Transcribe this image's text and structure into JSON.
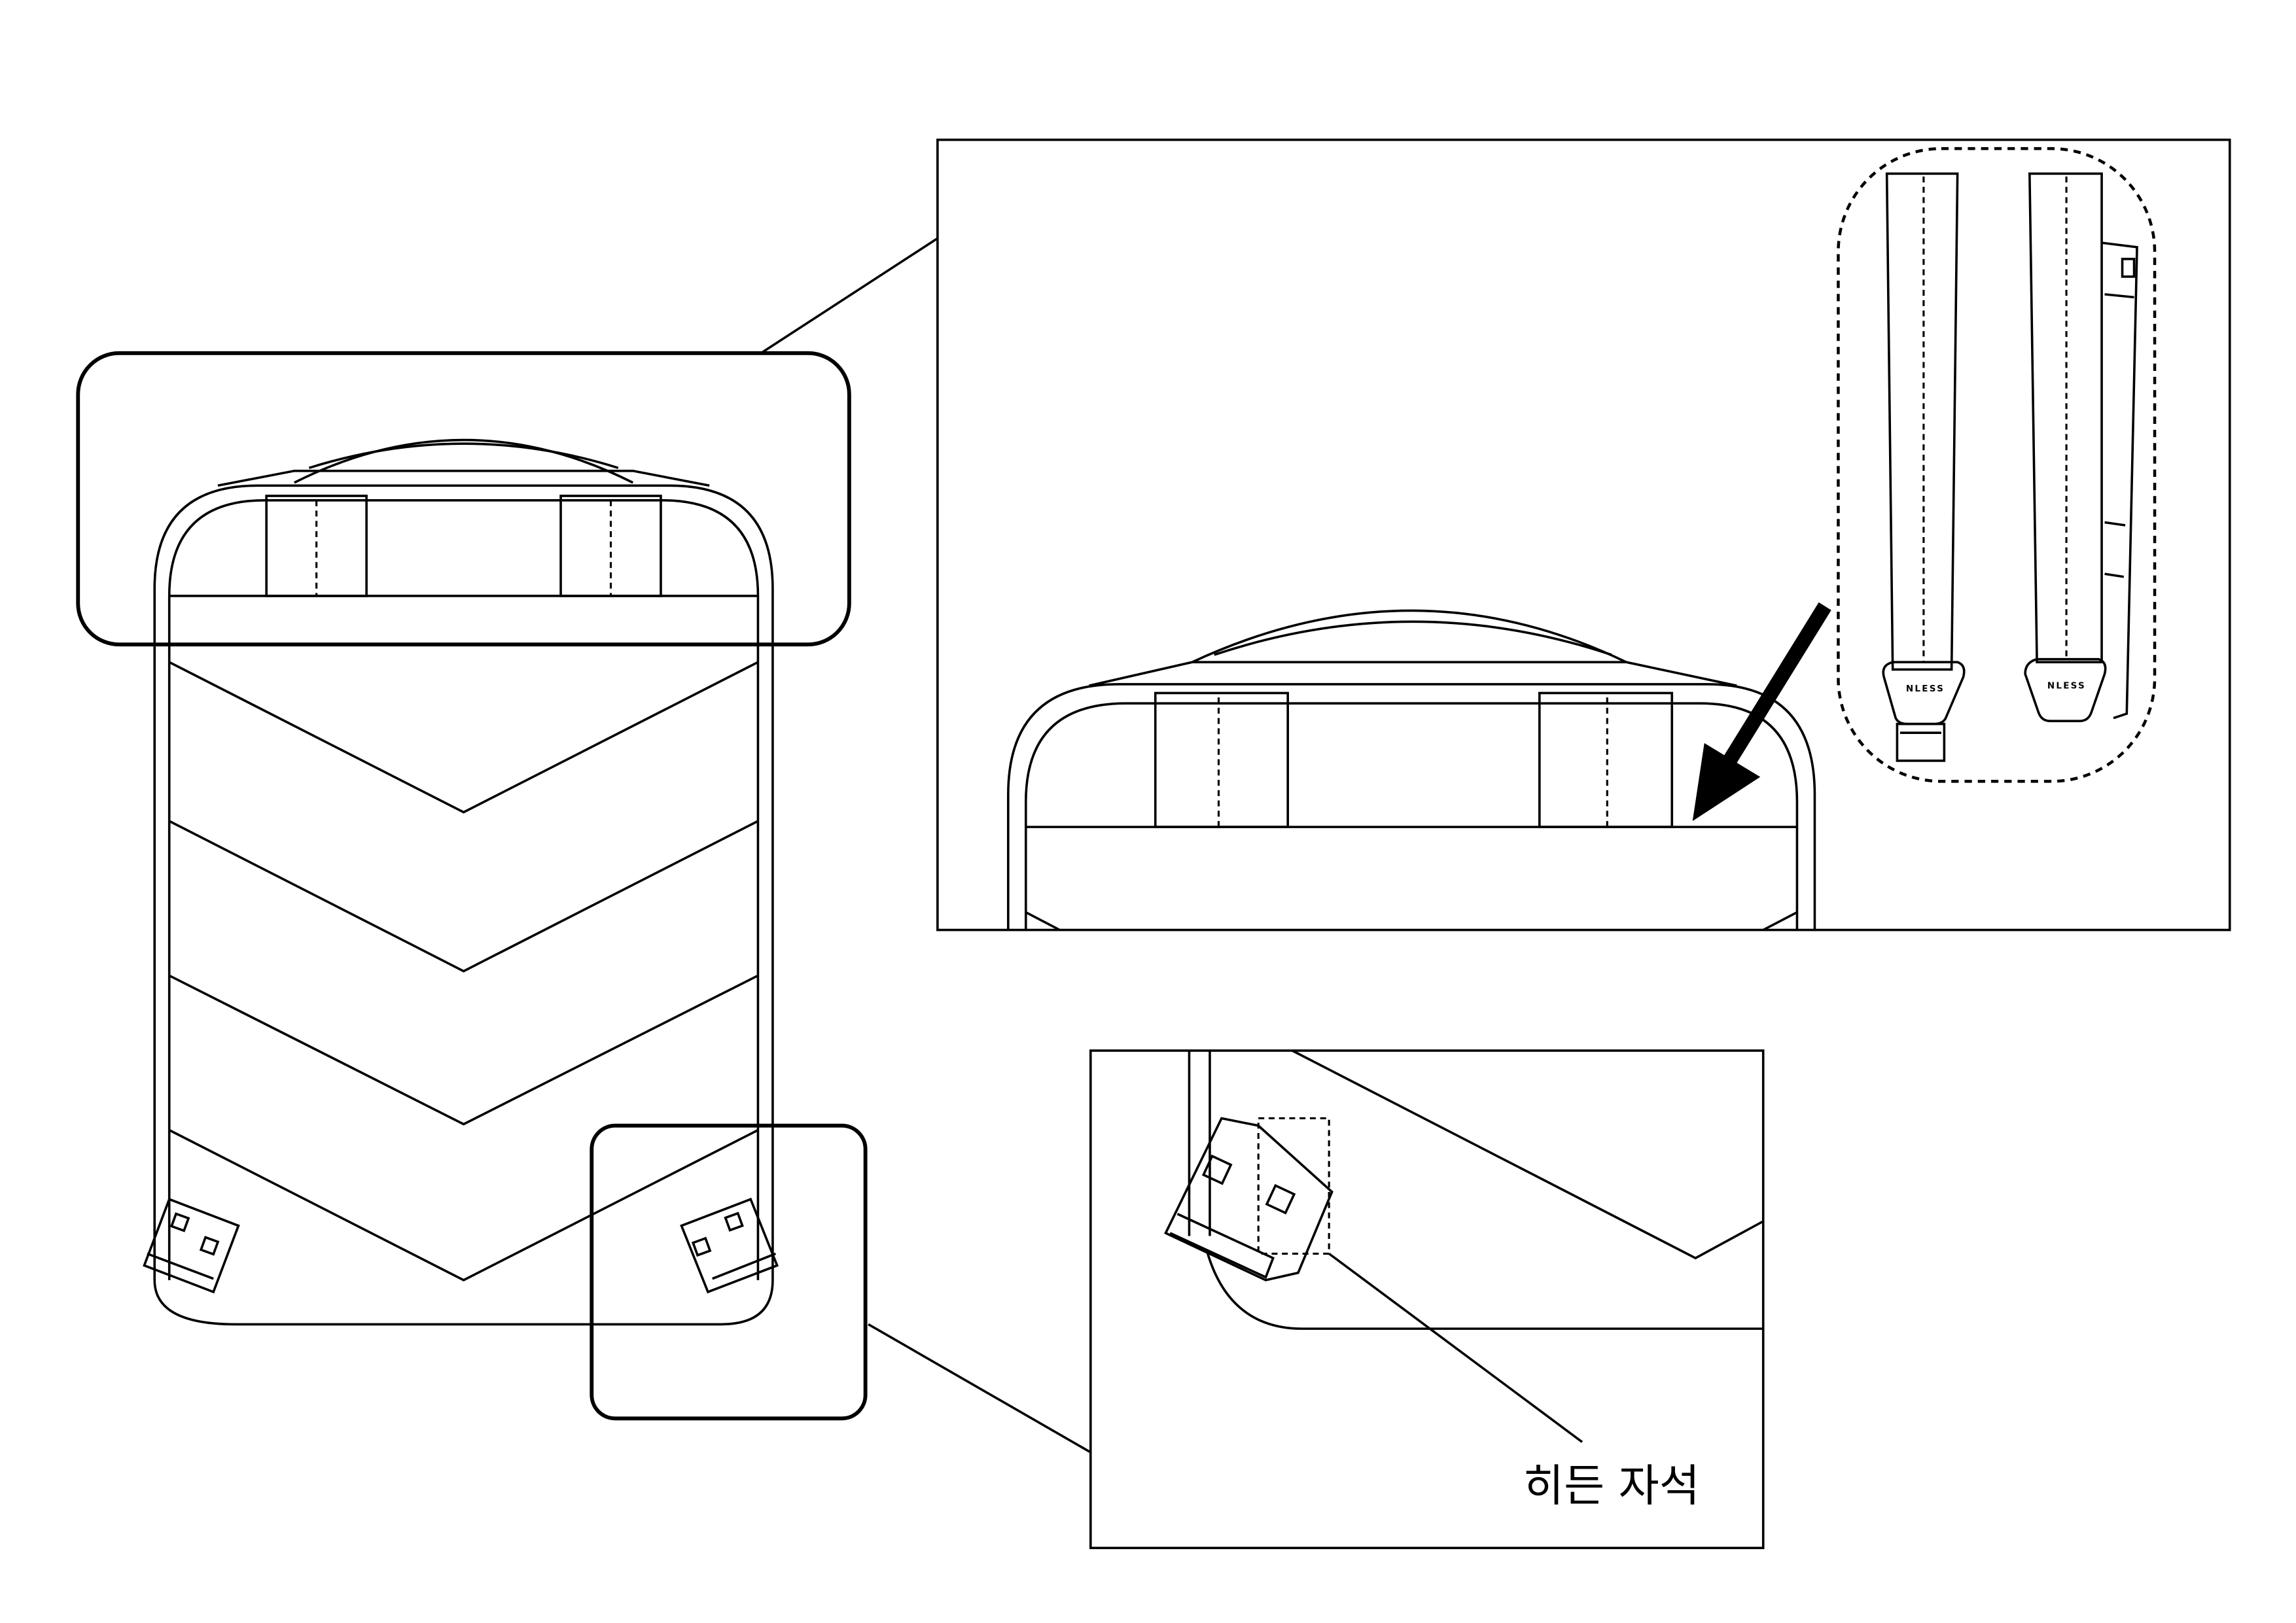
{
  "callout_label": "히든 자석",
  "strap_brand_labels": [
    "NLESS",
    "NLESS"
  ],
  "colors": {
    "line": "#000000",
    "background": "#ffffff"
  }
}
